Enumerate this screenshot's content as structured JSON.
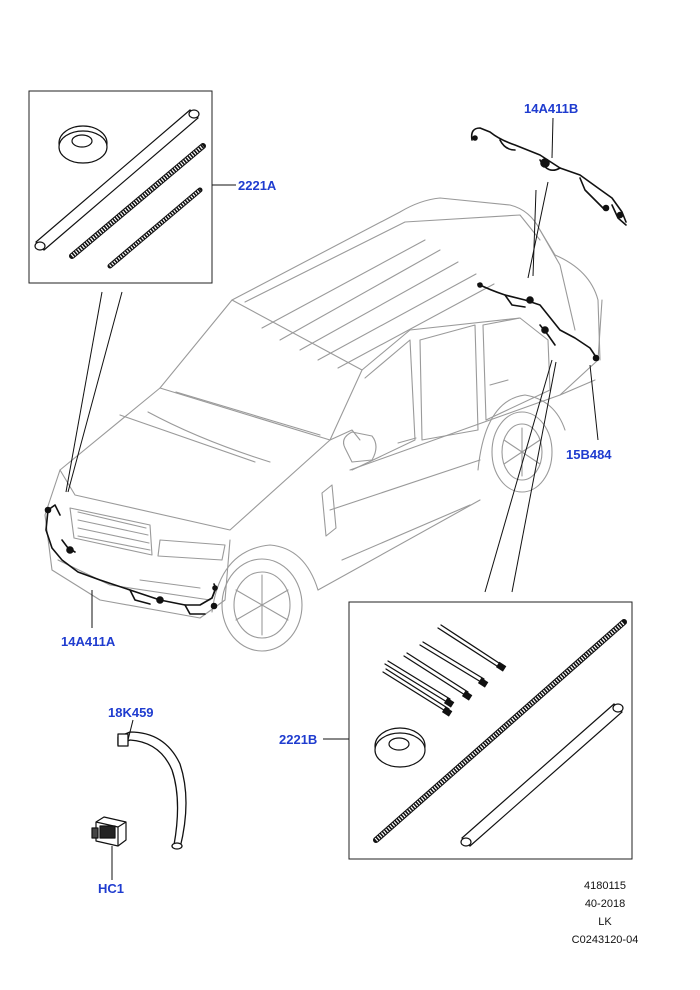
{
  "callouts": {
    "kit_2221a": "2221A",
    "harness_14a411b": "14A411B",
    "harness_15b484": "15B484",
    "harness_14a411a": "14A411A",
    "hose_18k459": "18K459",
    "kit_2221b": "2221B",
    "connector_hc1": "HC1"
  },
  "reference": {
    "line1": "4180115",
    "line2": "40-2018",
    "line3": "LK",
    "line4": "C0243120-04"
  },
  "colors": {
    "callout": "#1f3ccf",
    "line": "#222222",
    "vehicle_outline": "#9a9a9a"
  }
}
